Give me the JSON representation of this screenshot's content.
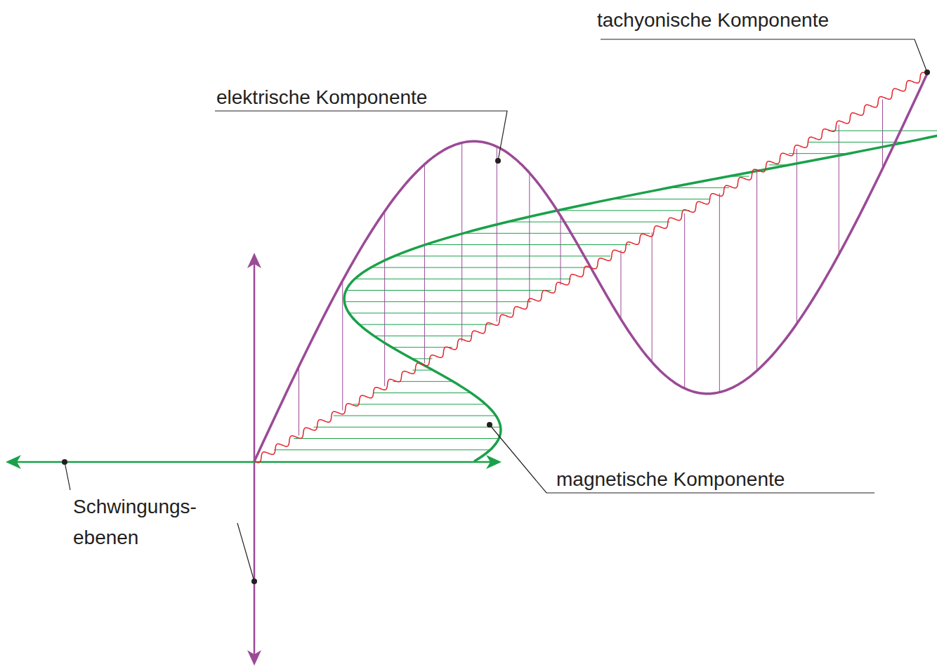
{
  "diagram": {
    "labels": [
      "tachyonische Komponente",
      "elektrische Komponente",
      "magnetische Komponente",
      "Schwingungs- ebenen"
    ]
  }
}
